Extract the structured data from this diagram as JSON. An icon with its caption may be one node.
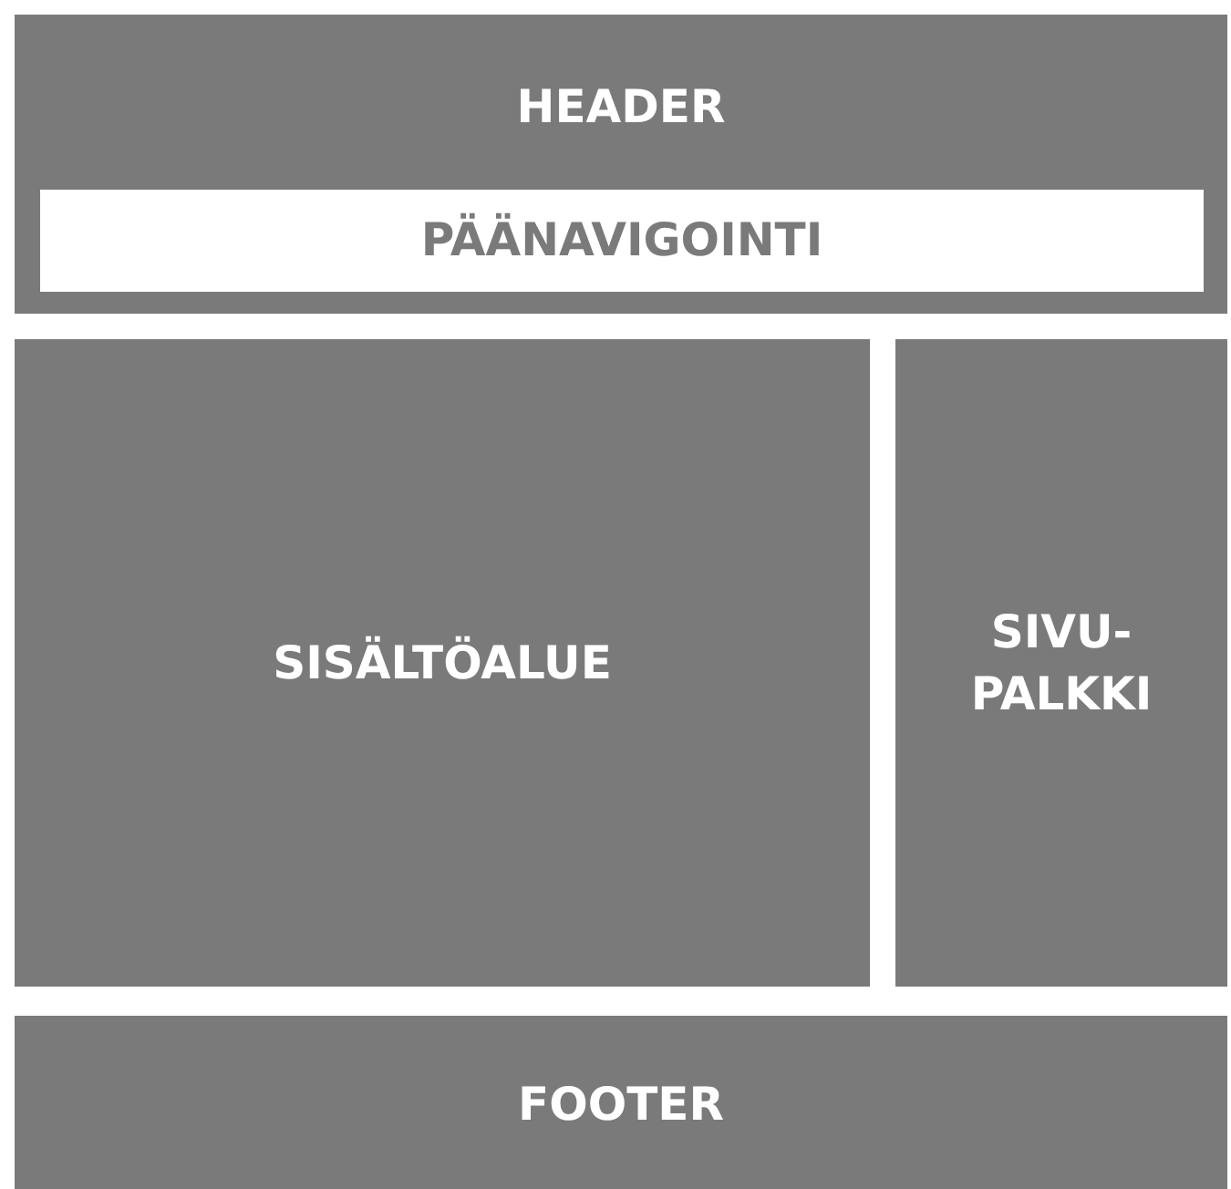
{
  "diagram": {
    "nodes": [
      {
        "text": [
          "HEADER"
        ]
      },
      {
        "text": [
          "PÄÄNAVIGOINTI"
        ],
        "in": 0
      },
      {
        "text": [
          "SISÄLTÖALUE"
        ]
      },
      {
        "text": [
          "SIVU- PALKKI"
        ]
      },
      {
        "text": [
          "FOOTER"
        ]
      }
    ],
    "edges": []
  }
}
